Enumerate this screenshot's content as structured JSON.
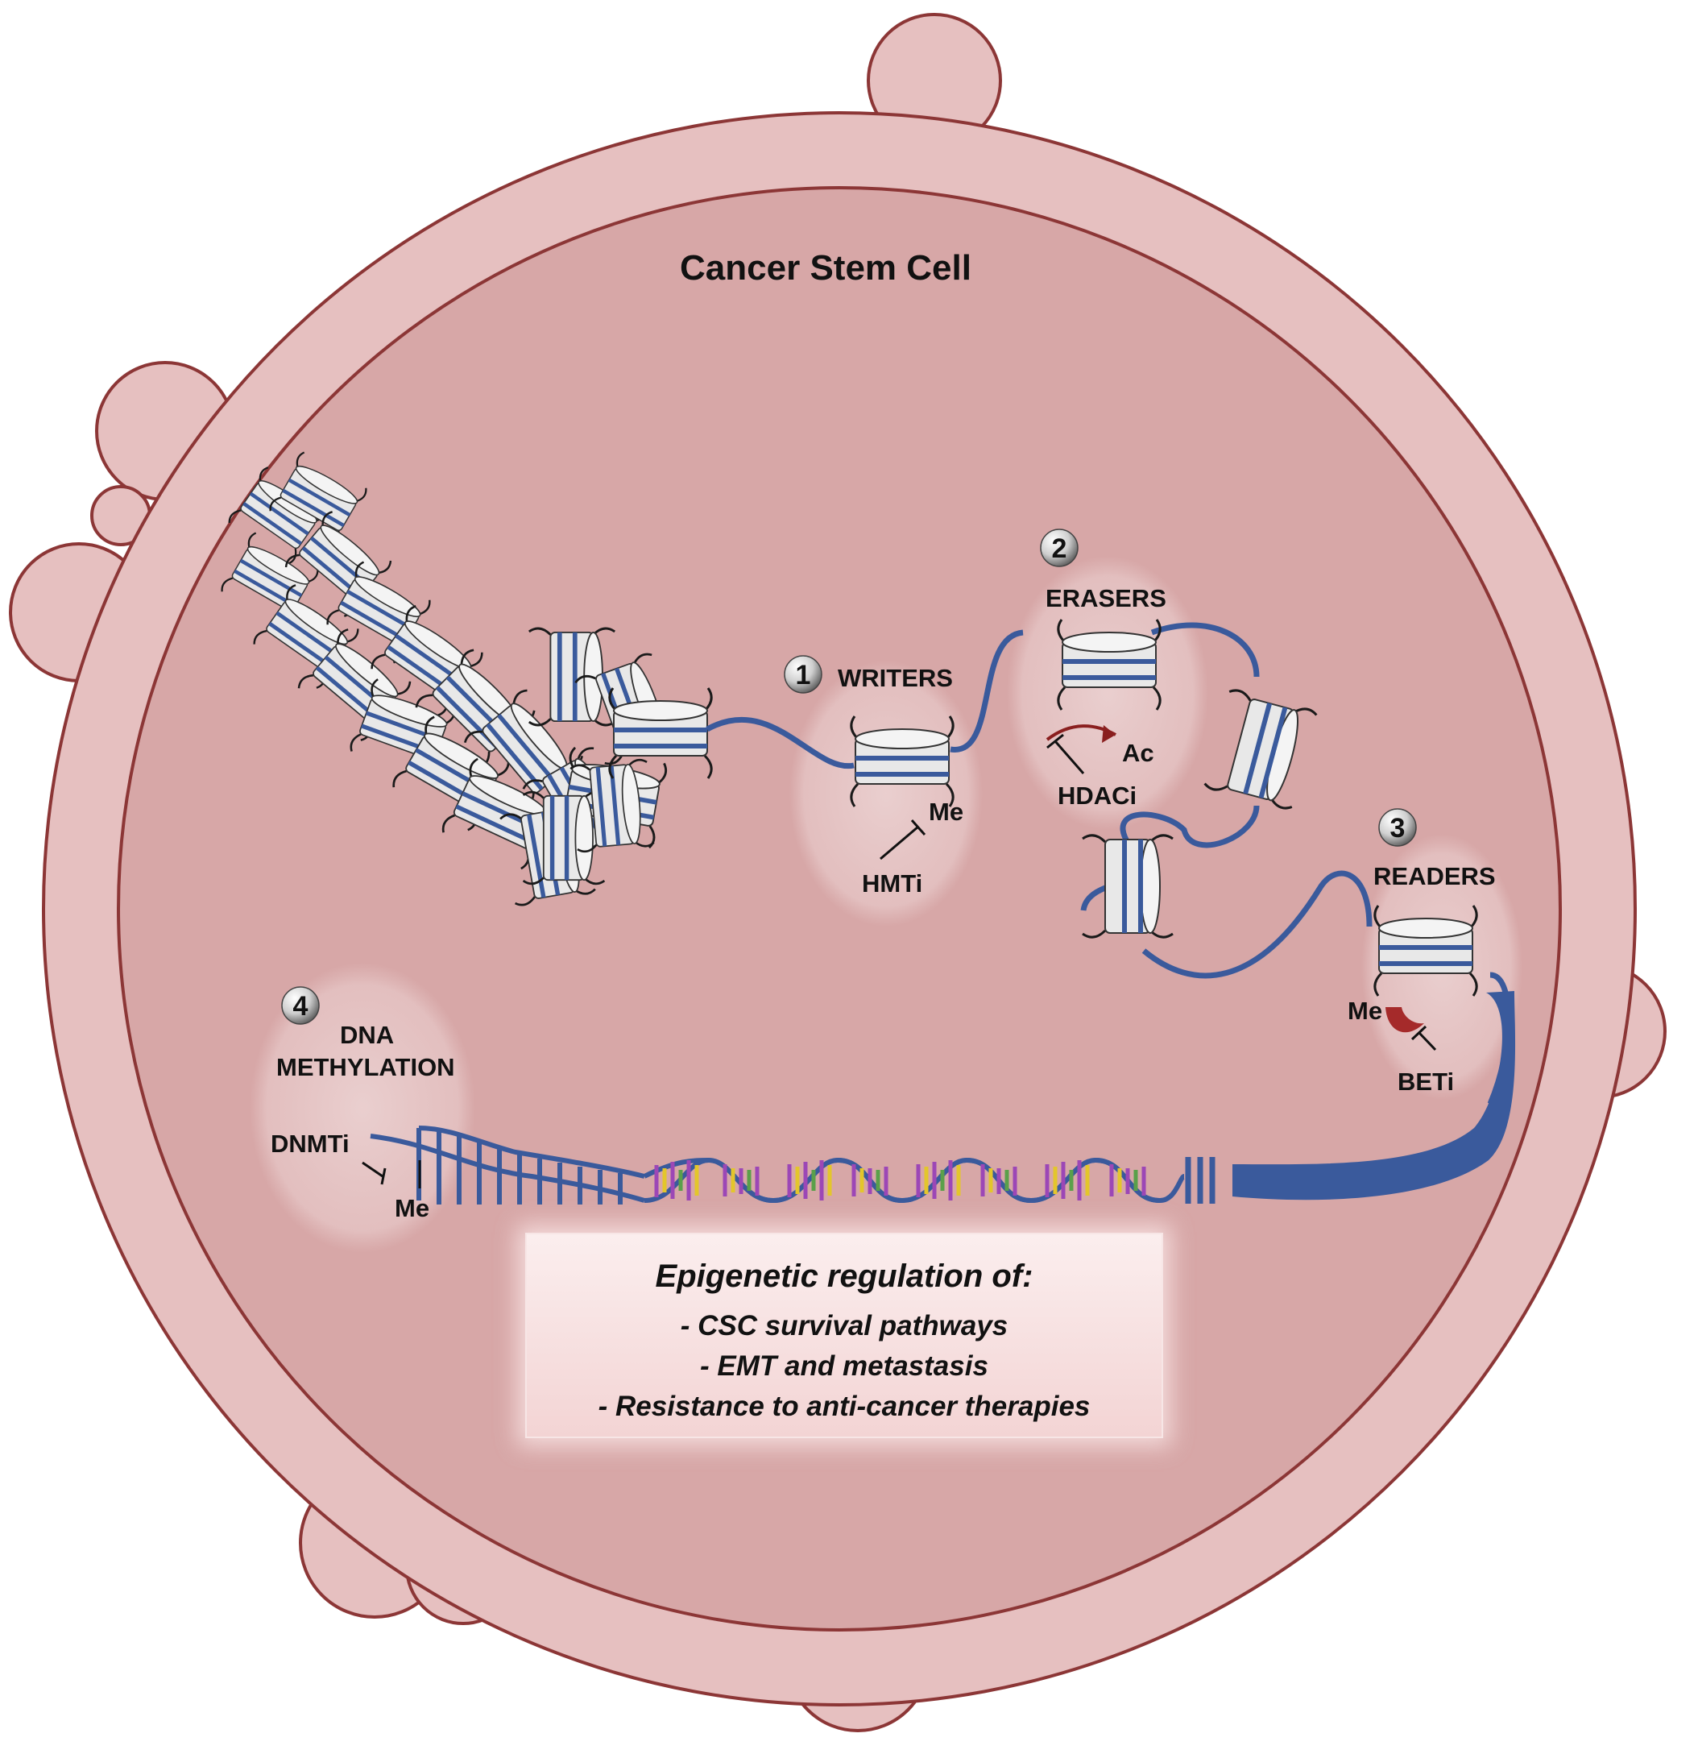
{
  "title": "Cancer Stem Cell",
  "steps": [
    {
      "number": "1",
      "label": "WRITERS",
      "mark": "Me",
      "inhibitor": "HMTi"
    },
    {
      "number": "2",
      "label": "ERASERS",
      "mark": "Ac",
      "inhibitor": "HDACi"
    },
    {
      "number": "3",
      "label": "READERS",
      "mark": "Me",
      "inhibitor": "BETi"
    },
    {
      "number": "4",
      "label_line1": "DNA",
      "label_line2": "METHYLATION",
      "mark": "Me",
      "inhibitor": "DNMTi"
    }
  ],
  "summary": {
    "heading": "Epigenetic regulation of:",
    "items": [
      "- CSC survival pathways",
      "- EMT and metastasis",
      "- Resistance to anti-cancer therapies"
    ]
  },
  "colors": {
    "cell_outer": "#e6c0c0",
    "cell_inner": "#d7a7a7",
    "membrane": "#8c3636",
    "dna_blue": "#3a5a9c",
    "histone": "#e9e9e9",
    "reader_protein": "#a52a2a"
  }
}
